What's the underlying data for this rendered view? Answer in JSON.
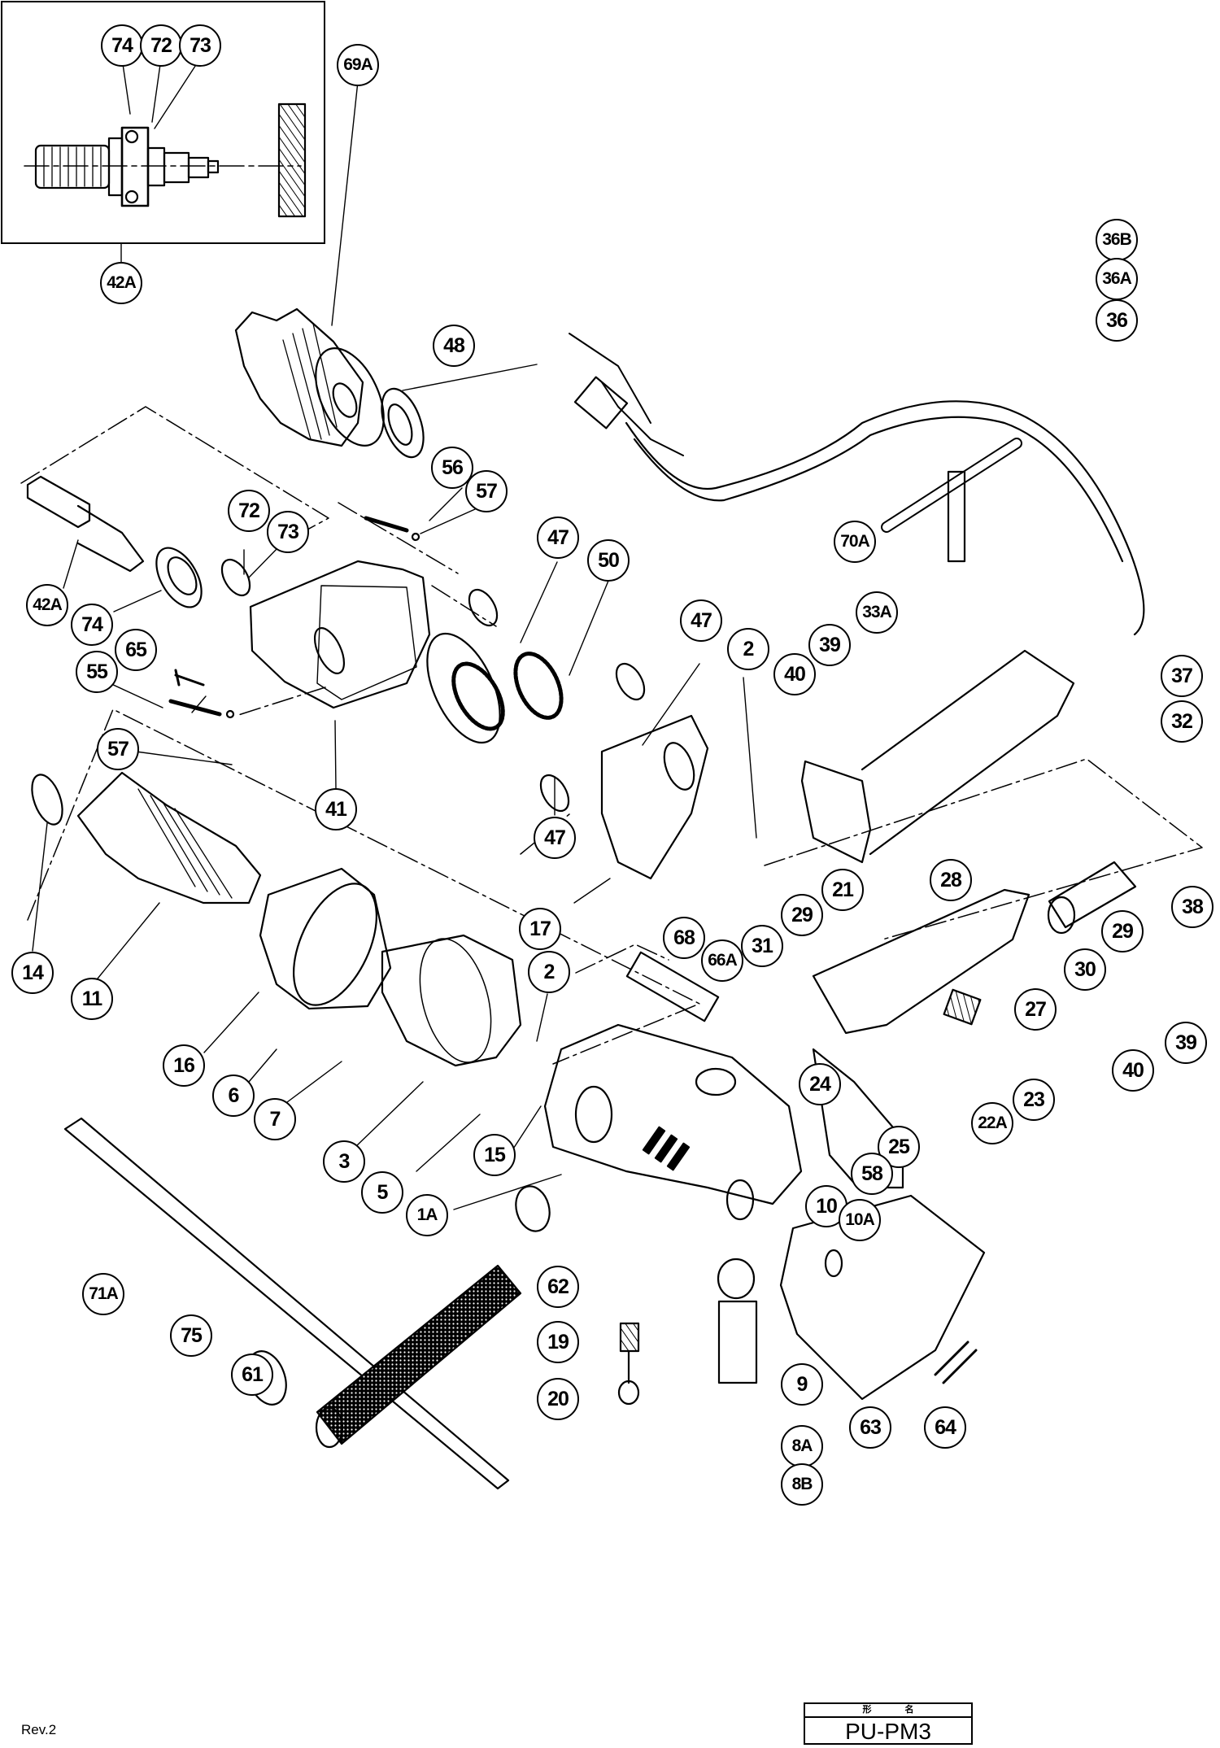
{
  "document": {
    "revision": "Rev.2",
    "title_block": {
      "header_left": "形",
      "header_right": "名",
      "model": "PU-PM3"
    }
  },
  "inset": {
    "callouts": [
      "74",
      "72",
      "73"
    ],
    "assembly_label": "42A"
  },
  "parts": [
    {
      "id": "42A-inset",
      "label": "42A"
    },
    {
      "id": "69A",
      "label": "69A"
    },
    {
      "id": "48",
      "label": "48"
    },
    {
      "id": "56",
      "label": "56"
    },
    {
      "id": "57a",
      "label": "57"
    },
    {
      "id": "72",
      "label": "72"
    },
    {
      "id": "73",
      "label": "73"
    },
    {
      "id": "42A",
      "label": "42A"
    },
    {
      "id": "74",
      "label": "74"
    },
    {
      "id": "65",
      "label": "65"
    },
    {
      "id": "55",
      "label": "55"
    },
    {
      "id": "57b",
      "label": "57"
    },
    {
      "id": "41",
      "label": "41"
    },
    {
      "id": "47a",
      "label": "47"
    },
    {
      "id": "50",
      "label": "50"
    },
    {
      "id": "47b",
      "label": "47"
    },
    {
      "id": "47c",
      "label": "47"
    },
    {
      "id": "2a",
      "label": "2"
    },
    {
      "id": "17",
      "label": "17"
    },
    {
      "id": "14",
      "label": "14"
    },
    {
      "id": "11",
      "label": "11"
    },
    {
      "id": "16",
      "label": "16"
    },
    {
      "id": "6",
      "label": "6"
    },
    {
      "id": "7",
      "label": "7"
    },
    {
      "id": "3",
      "label": "3"
    },
    {
      "id": "5",
      "label": "5"
    },
    {
      "id": "15",
      "label": "15"
    },
    {
      "id": "2b",
      "label": "2"
    },
    {
      "id": "1A",
      "label": "1A"
    },
    {
      "id": "68",
      "label": "68"
    },
    {
      "id": "66A",
      "label": "66A"
    },
    {
      "id": "31",
      "label": "31"
    },
    {
      "id": "29a",
      "label": "29"
    },
    {
      "id": "21",
      "label": "21"
    },
    {
      "id": "28",
      "label": "28"
    },
    {
      "id": "38",
      "label": "38"
    },
    {
      "id": "29b",
      "label": "29"
    },
    {
      "id": "30",
      "label": "30"
    },
    {
      "id": "27",
      "label": "27"
    },
    {
      "id": "39b",
      "label": "39"
    },
    {
      "id": "40b",
      "label": "40"
    },
    {
      "id": "24",
      "label": "24"
    },
    {
      "id": "23",
      "label": "23"
    },
    {
      "id": "22A",
      "label": "22A"
    },
    {
      "id": "25",
      "label": "25"
    },
    {
      "id": "58",
      "label": "58"
    },
    {
      "id": "10",
      "label": "10"
    },
    {
      "id": "10A",
      "label": "10A"
    },
    {
      "id": "36B",
      "label": "36B"
    },
    {
      "id": "36A",
      "label": "36A"
    },
    {
      "id": "36",
      "label": "36"
    },
    {
      "id": "70A",
      "label": "70A"
    },
    {
      "id": "33A",
      "label": "33A"
    },
    {
      "id": "39a",
      "label": "39"
    },
    {
      "id": "40a",
      "label": "40"
    },
    {
      "id": "37",
      "label": "37"
    },
    {
      "id": "32",
      "label": "32"
    },
    {
      "id": "71A",
      "label": "71A"
    },
    {
      "id": "75",
      "label": "75"
    },
    {
      "id": "61",
      "label": "61"
    },
    {
      "id": "62",
      "label": "62"
    },
    {
      "id": "19",
      "label": "19"
    },
    {
      "id": "20",
      "label": "20"
    },
    {
      "id": "9",
      "label": "9"
    },
    {
      "id": "8A",
      "label": "8A"
    },
    {
      "id": "8B",
      "label": "8B"
    },
    {
      "id": "63",
      "label": "63"
    },
    {
      "id": "64",
      "label": "64"
    }
  ]
}
